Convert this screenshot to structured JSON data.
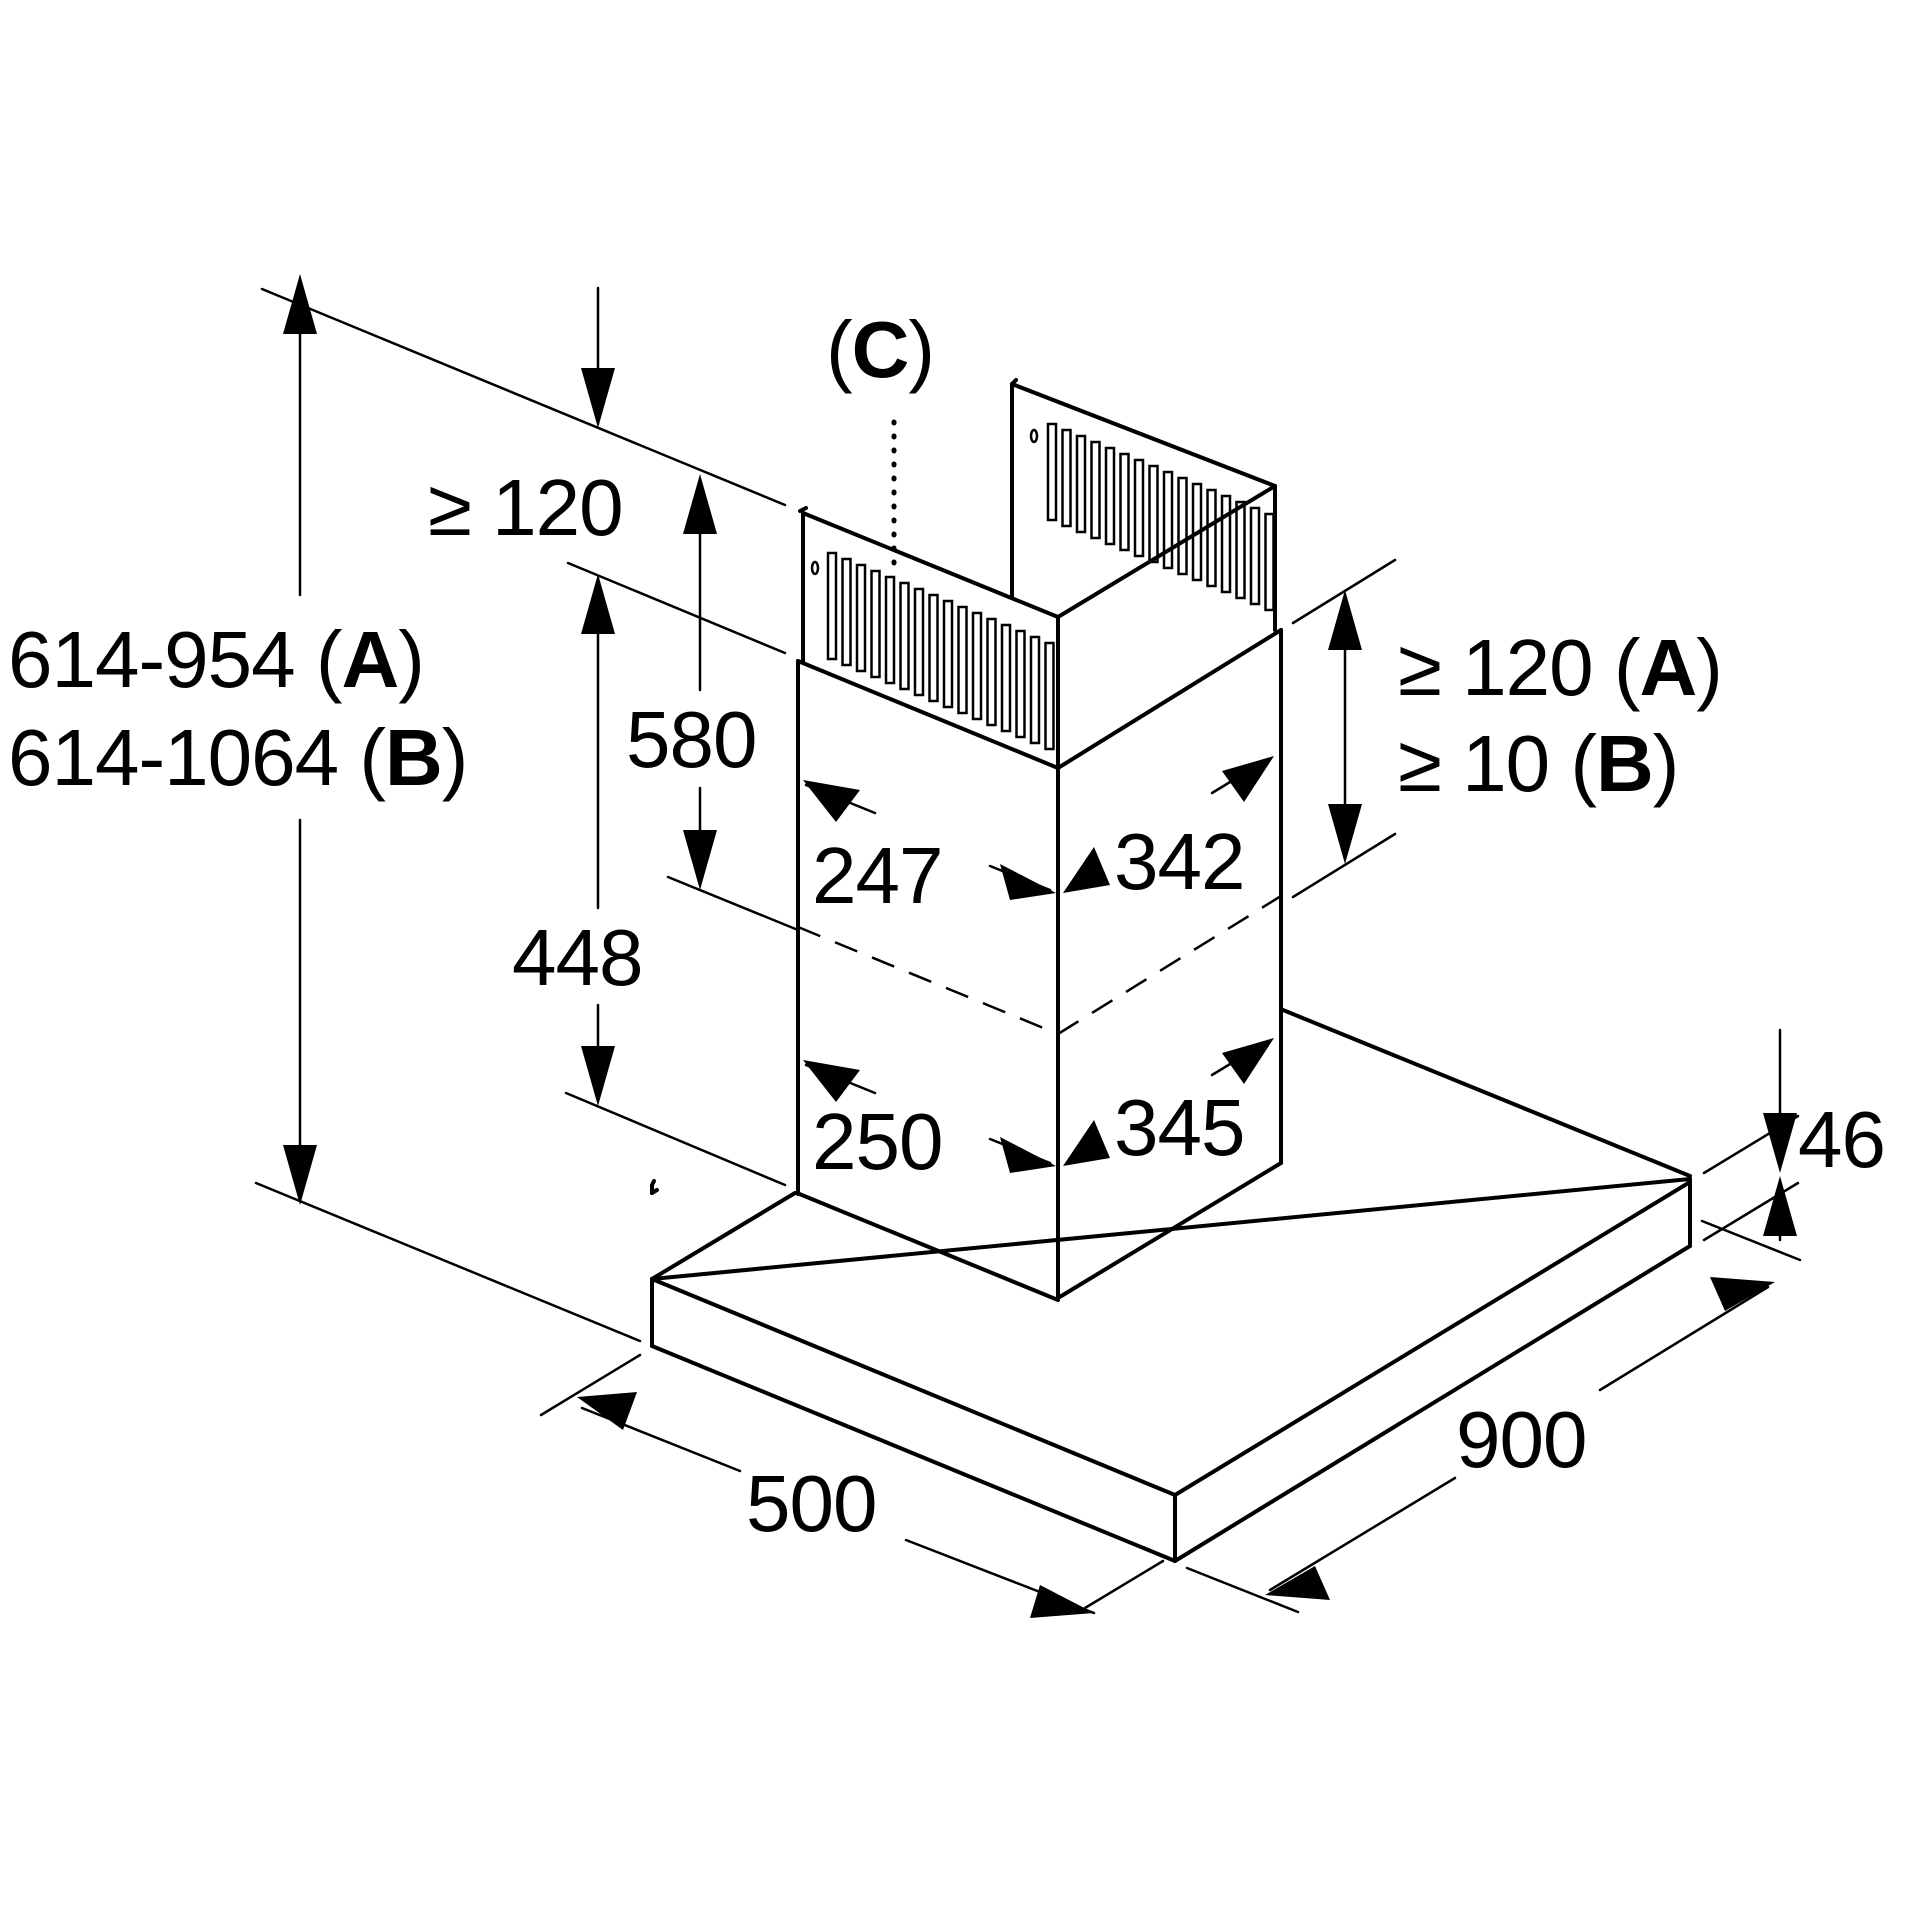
{
  "dimensions": {
    "total_height_a": "614-954",
    "total_height_b": "614-1064",
    "ceiling_clearance": "≥ 120",
    "upper_chimney_height": "580",
    "lower_chimney_height": "448",
    "upper_chimney_depth": "247",
    "upper_chimney_width": "342",
    "lower_chimney_depth": "250",
    "lower_chimney_width": "345",
    "top_clearance_a": "≥ 120",
    "top_clearance_b": "≥ 10",
    "canopy_thickness": "46",
    "canopy_depth": "500",
    "canopy_width": "900"
  },
  "markers": {
    "a": "A",
    "b": "B",
    "c": "C"
  }
}
